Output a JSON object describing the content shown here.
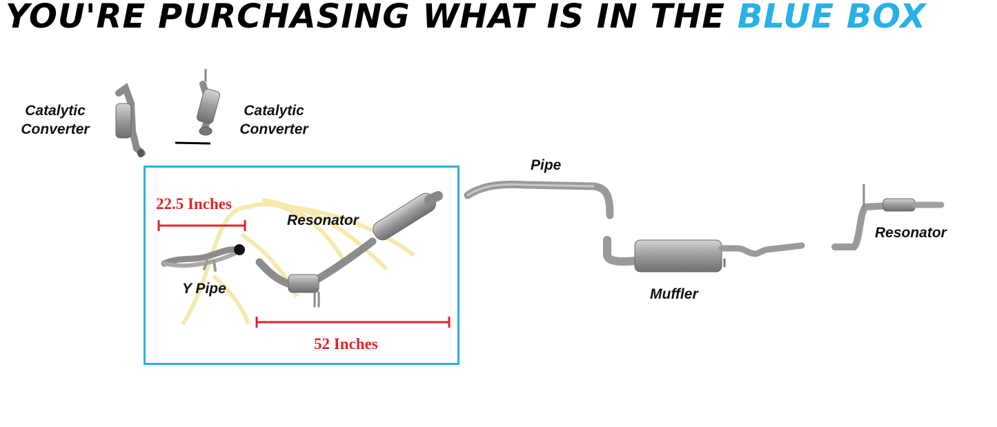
{
  "headline": {
    "prefix": "YOU'RE PURCHASING WHAT IS IN THE",
    "highlight": "BLUE BOX"
  },
  "colors": {
    "accent": "#27b1e6",
    "dimension_red": "#e2232a",
    "part_gray": "#9a9a9a"
  },
  "parts": {
    "cat_converter_left": "Catalytic\nConverter",
    "cat_converter_right": "Catalytic\nConverter",
    "pipe": "Pipe",
    "resonator_inside": "Resonator",
    "y_pipe": "Y Pipe",
    "muffler": "Muffler",
    "resonator_right": "Resonator"
  },
  "dimensions": {
    "y_pipe_length": "22.5 Inches",
    "resonator_length": "52 Inches"
  }
}
